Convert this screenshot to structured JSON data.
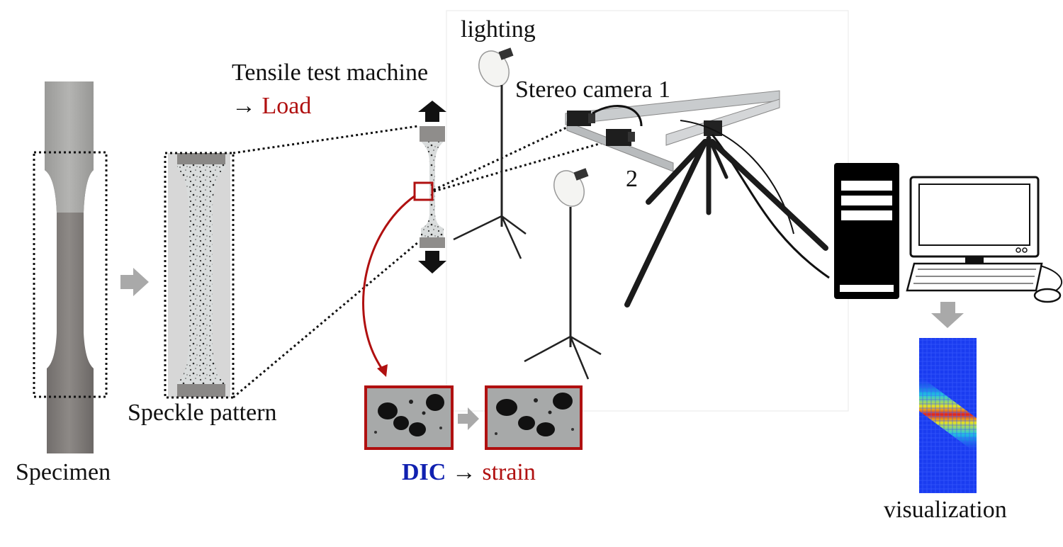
{
  "labels": {
    "specimen": "Specimen",
    "speckle": "Speckle pattern",
    "tensile_line1": "Tensile test machine",
    "tensile_arrow": "→",
    "tensile_load": "Load",
    "lighting": "lighting",
    "stereo_camera": "Stereo camera 1",
    "camera2": "2",
    "dic": "DIC",
    "dic_arrow": "→",
    "strain": "strain",
    "visualization": "visualization"
  },
  "colors": {
    "accent_red": "#b01010",
    "dic_blue": "#1020b0",
    "arrow_gray": "#a9a9a9",
    "metal_gray": "#7f7b79"
  },
  "icons": [
    "right-arrow-icon",
    "up-arrow-icon",
    "down-arrow-icon",
    "down-gray-arrow-icon",
    "computer-tower-icon",
    "monitor-icon",
    "keyboard-icon",
    "mouse-icon",
    "lamp-icon",
    "tripod-icon",
    "camera-icon"
  ]
}
